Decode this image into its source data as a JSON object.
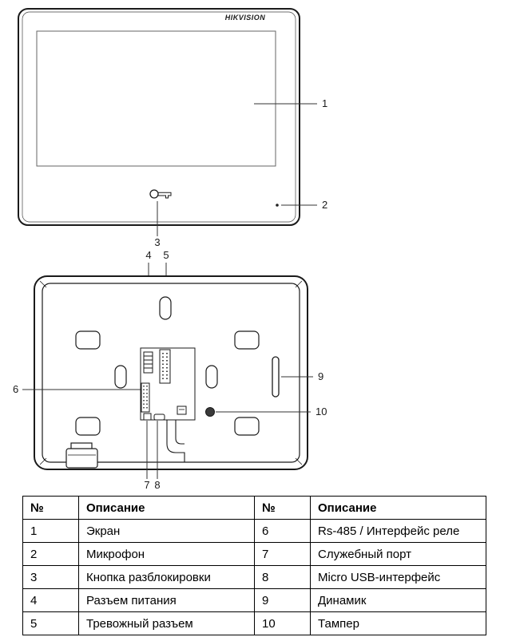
{
  "front_view": {
    "logo": "HIKVISION",
    "callouts": {
      "screen": "1",
      "microphone": "2",
      "unlock_button": "3"
    }
  },
  "back_view": {
    "callouts": {
      "power_connector": "4",
      "alarm_connector": "5",
      "rs485_relay": "6",
      "service_port": "7",
      "micro_usb": "8",
      "speaker": "9",
      "tamper": "10"
    }
  },
  "colors": {
    "line": "#1a1a1a",
    "screen_border": "#666666"
  },
  "table": {
    "headers": [
      "№",
      "Описание",
      "№",
      "Описание"
    ],
    "rows": [
      [
        "1",
        "Экран",
        "6",
        "Rs-485 / Интерфейс реле"
      ],
      [
        "2",
        "Микрофон",
        "7",
        "Служебный порт"
      ],
      [
        "3",
        "Кнопка разблокировки",
        "8",
        "Micro USB-интерфейс"
      ],
      [
        "4",
        "Разъем питания",
        "9",
        "Динамик"
      ],
      [
        "5",
        "Тревожный разъем",
        "10",
        "Тампер"
      ]
    ]
  }
}
